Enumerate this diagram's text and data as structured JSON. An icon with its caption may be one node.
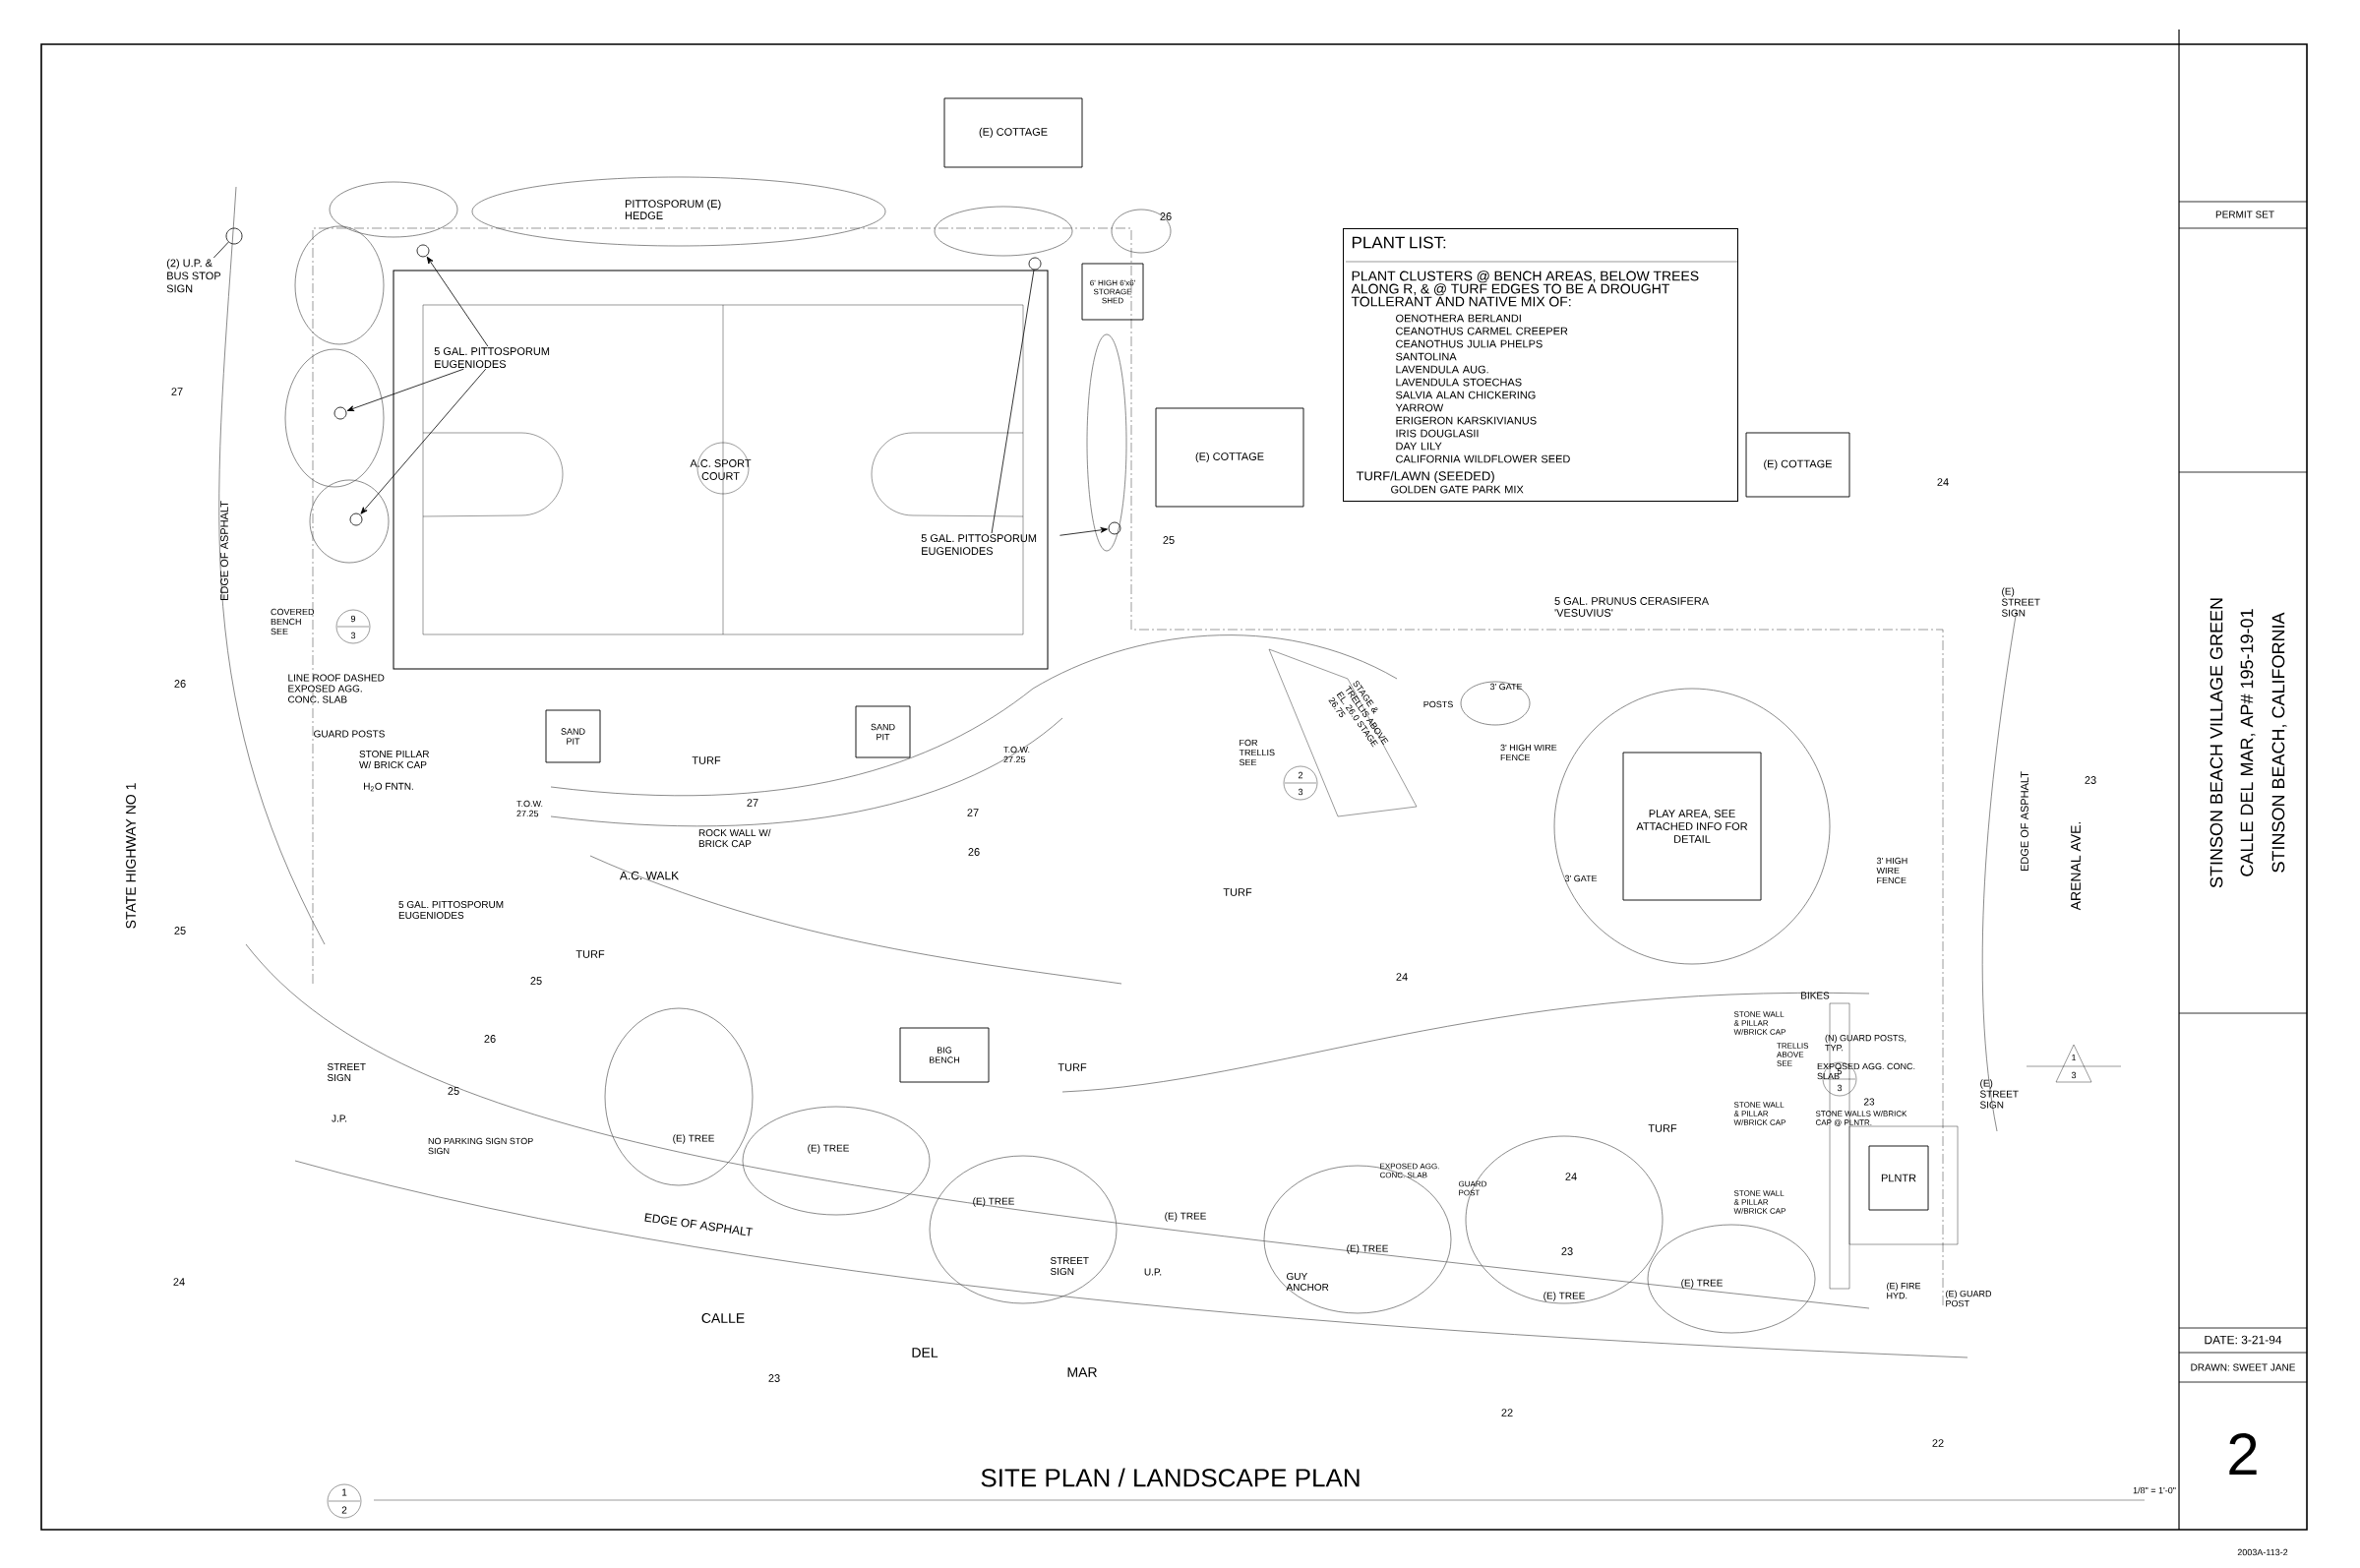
{
  "diagram": {
    "title": "SITE PLAN / LANDSCAPE PLAN",
    "nodes": [
      {
        "text": [
          "PLANT LIST:",
          "PLANT CLUSTERS @ BENCH AREAS, BELOW TREES ALONG R, & @ TURF EDGES TO BE A DROUGHT TOLLERANT AND NATIVE MIX OF:",
          "OENOTHERA BERLANDI",
          "CEANOTHUS CARMEL CREEPER",
          "CEANOTHUS JULIA PHELPS",
          "SANTOLINA",
          "LAVENDULA AUG.",
          "LAVENDULA STOECHAS",
          "SALVIA ALAN CHICKERING",
          "YARROW",
          "ERIGERON KARSKIVIANUS",
          "IRIS DOUGLASII",
          "DAY LILY",
          "CALIFORNIA WILDFLOWER SEED",
          "TURF/LAWN (SEEDED)",
          "GOLDEN GATE PARK MIX"
        ]
      },
      {
        "text": [
          "A.C. SPORT COURT"
        ]
      },
      {
        "text": [
          "(E) COTTAGE"
        ]
      },
      {
        "text": [
          "(E) COTTAGE"
        ]
      },
      {
        "text": [
          "(E) COTTAGE"
        ]
      },
      {
        "text": [
          "6' HIGH 6'x6' STORAGE SHED"
        ]
      },
      {
        "text": [
          "PLAY AREA, SEE ATTACHED INFO FOR DETAIL"
        ]
      },
      {
        "text": [
          "PLNTR"
        ]
      },
      {
        "text": [
          "BIG BENCH"
        ]
      },
      {
        "text": [
          "SAND PIT"
        ]
      },
      {
        "text": [
          "SAND PIT"
        ]
      },
      {
        "text": [
          "5 GAL. PITTOSPORUM EUGENIODES"
        ]
      },
      {
        "text": [],
        "shape": "circle"
      },
      {
        "text": [],
        "shape": "circle"
      },
      {
        "text": [],
        "shape": "circle"
      },
      {
        "text": [
          "5 GAL. PITTOSPORUM EUGENIODES"
        ]
      },
      {
        "text": [],
        "shape": "circle"
      },
      {
        "text": [],
        "shape": "circle"
      },
      {
        "text": [
          "(2) U.P. & BUS STOP SIGN"
        ]
      },
      {
        "text": [],
        "shape": "circle"
      }
    ],
    "edges": [
      {
        "from": 11,
        "to": 12,
        "arrow": "to"
      },
      {
        "from": 11,
        "to": 13,
        "arrow": "to"
      },
      {
        "from": 11,
        "to": 14,
        "arrow": "to"
      },
      {
        "from": 15,
        "to": 16,
        "arrow": "to"
      },
      {
        "from": 15,
        "to": 17,
        "arrow": "none"
      },
      {
        "from": 18,
        "to": 19,
        "arrow": "none"
      }
    ],
    "labels": [
      "PITTOSPORUM (E) HEDGE",
      "26",
      "27",
      "EDGE OF ASPHALT",
      "COVERED BENCH SEE",
      "9",
      "3",
      "LINE ROOF DASHED EXPOSED AGG. CONC. SLAB",
      "26",
      "GUARD POSTS",
      "STONE PILLAR W/ BRICK CAP",
      "H$_{2}$O FNTN.",
      "TURF",
      "T.O.W. 27.25",
      "27",
      "ROCK WALL W/ BRICK CAP",
      "T.O.W. 27.25",
      "27",
      "26",
      "A.C. WALK",
      "STATE HIGHWAY NO 1",
      "5 GAL. PITTOSPORUM EUGENIODES",
      "25",
      "TURF",
      "25",
      "26",
      "25",
      "STREET SIGN",
      "J.P.",
      "NO PARKING SIGN STOP SIGN",
      "TURF",
      "(E) TREE",
      "(E) TREE",
      "EDGE OF ASPHALT",
      "(E) TREE",
      "(E) TREE",
      "STREET SIGN",
      "U.P.",
      "GUY ANCHOR",
      "(E) TREE",
      "CALLE",
      "DEL",
      "MAR",
      "23",
      "24",
      "5 GAL. PRUNUS CERASIFERA 'VESUVIUS'",
      "25",
      "24",
      "(E) STREET SIGN",
      "STAGE & TRELLIS ABOVE EL. 26.0 STAGE 26.75",
      "POSTS",
      "FOR TRELLIS SEE",
      "2",
      "3",
      "3' GATE",
      "3' HIGH WIRE FENCE",
      "TURF",
      "3' GATE",
      "3' HIGH WIRE FENCE",
      "EDGE OF ASPHALT",
      "ARENAL AVE.",
      "23",
      "24",
      "BIKES",
      "STONE WALL & PILLAR W/BRICK CAP",
      "TRELLIS ABOVE SEE",
      "5",
      "3",
      "(N) GUARD POSTS, TYP.",
      "EXPOSED AGG. CONC. SLAB",
      "1",
      "3",
      "(E) STREET SIGN",
      "23",
      "STONE WALLS W/BRICK CAP @ PLNTR.",
      "STONE WALL & PILLAR W/BRICK CAP",
      "TURF",
      "EXPOSED AGG. CONC. SLAB",
      "GUARD POST",
      "24",
      "STONE WALL & PILLAR W/BRICK CAP",
      "23",
      "(E) TREE",
      "(E) TREE",
      "(E) FIRE HYD.",
      "(E) GUARD POST",
      "22",
      "22",
      "1",
      "2",
      "1/8\" = 1'-0\"",
      "PERMIT SET",
      "STINSON BEACH VILLAGE GREEN",
      "CALLE DEL MAR, AP# 195-19-01",
      "STINSON BEACH, CALIFORNIA",
      "DATE: 3-21-94",
      "DRAWN: SWEET JANE",
      "2",
      "2003A-113-2"
    ]
  }
}
